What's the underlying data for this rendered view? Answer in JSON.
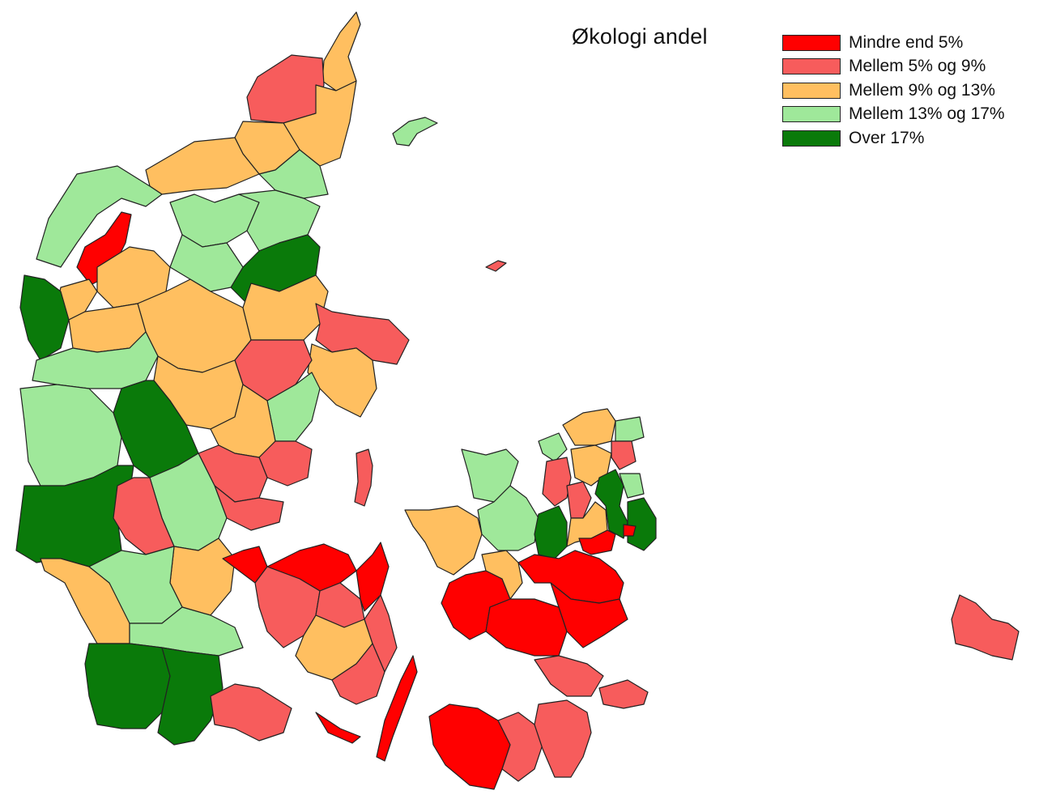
{
  "map": {
    "title": "Økologi andel",
    "legend": [
      {
        "label": "Mindre end 5%",
        "color": "#ff0000"
      },
      {
        "label": "Mellem 5% og 9%",
        "color": "#f75c5c"
      },
      {
        "label": "Mellem 9% og 13%",
        "color": "#ffbf60"
      },
      {
        "label": "Mellem 13% og 17%",
        "color": "#9fe89a"
      },
      {
        "label": "Over 17%",
        "color": "#0a7a0a"
      }
    ]
  }
}
